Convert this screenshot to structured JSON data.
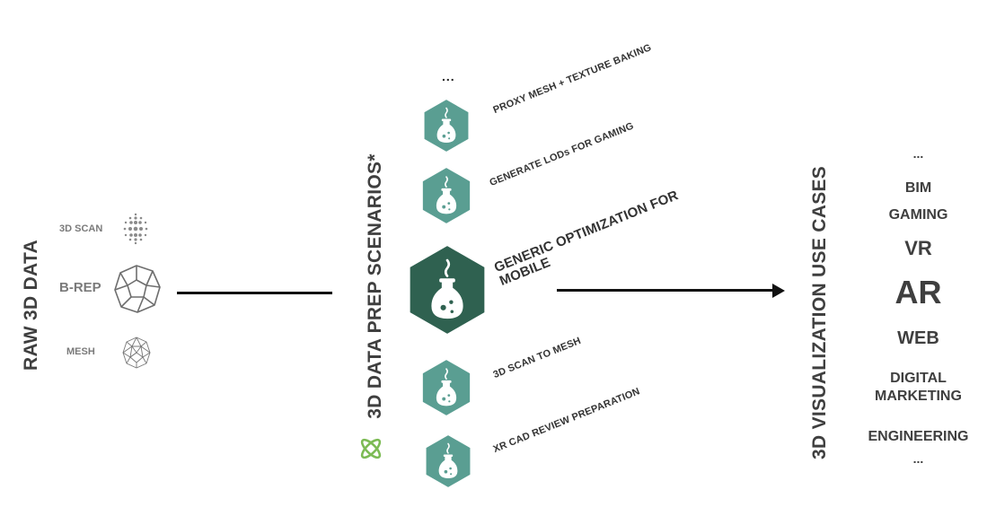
{
  "colors": {
    "hex_small": "#5a9e92",
    "hex_large": "#2f6150",
    "logo_green": "#7dbb55",
    "text_dark": "#3f3f3f",
    "text_gray": "#7a7a7a"
  },
  "left": {
    "title": "RAW 3D DATA",
    "inputs": [
      {
        "label": "3D SCAN",
        "icon": "point-cloud-icon"
      },
      {
        "label": "B-REP",
        "icon": "dodecahedron-icon"
      },
      {
        "label": "MESH",
        "icon": "mesh-sphere-icon"
      }
    ]
  },
  "center": {
    "title": "3D DATA PREP SCENARIOS*",
    "top_ellipsis": "...",
    "scenarios": [
      {
        "label": "PROXY MESH + TEXTURE BAKING",
        "icon": "flask-icon"
      },
      {
        "label": "GENERATE LODs FOR GAMING",
        "icon": "flask-icon"
      },
      {
        "label_line1": "GENERIC OPTIMIZATION FOR",
        "label_line2": "MOBILE",
        "icon": "flask-icon"
      },
      {
        "label": "3D SCAN TO MESH",
        "icon": "flask-icon"
      },
      {
        "label": "XR CAD REVIEW PREPARATION",
        "icon": "flask-icon"
      }
    ]
  },
  "right": {
    "title": "3D VISUALIZATION USE CASES",
    "top_ellipsis": "...",
    "use_cases": [
      "BIM",
      "GAMING",
      "VR",
      "AR",
      "WEB",
      "DIGITAL",
      "MARKETING",
      "ENGINEERING"
    ],
    "bottom_ellipsis": "..."
  }
}
